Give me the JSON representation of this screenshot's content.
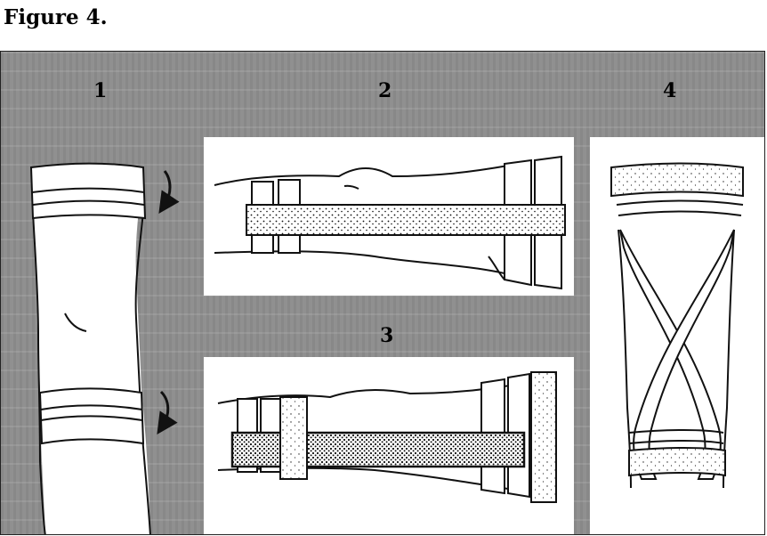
{
  "figure": {
    "title": "Figure 4.",
    "panel_labels": [
      "1",
      "2",
      "3",
      "4"
    ]
  },
  "colors": {
    "frame_background": "#909090",
    "panel_background": "#ffffff",
    "ink": "#111111"
  }
}
